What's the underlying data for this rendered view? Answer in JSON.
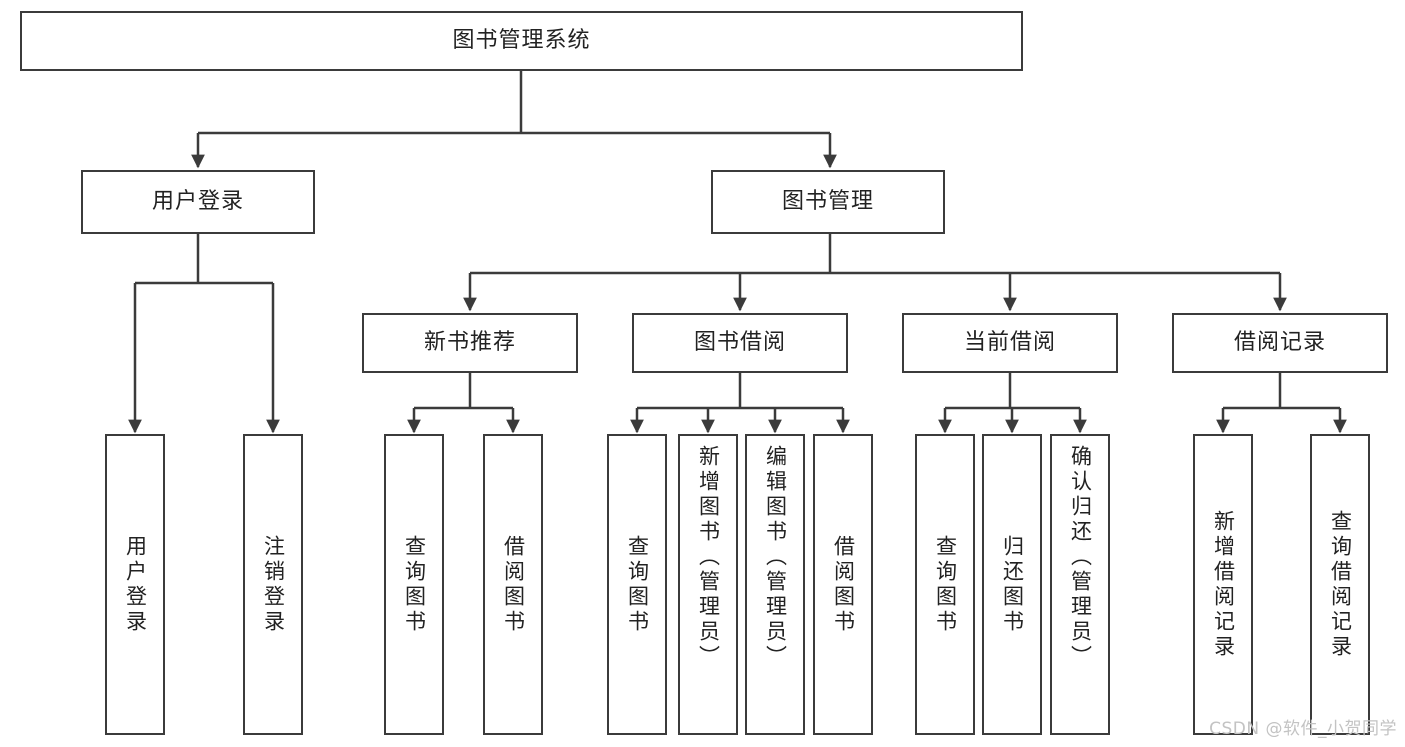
{
  "diagram": {
    "title": "图书管理系统",
    "watermark": "CSDN @软件_小贺同学",
    "colors": {
      "box_border": "#3b3b3b",
      "connector": "#3b3b3b",
      "text": "#222222",
      "background": "#ffffff",
      "watermark": "#c3c3c3"
    },
    "levels": {
      "root": {
        "label": "图书管理系统"
      },
      "level2": [
        {
          "label": "用户登录"
        },
        {
          "label": "图书管理"
        }
      ],
      "level3": [
        {
          "label": "新书推荐"
        },
        {
          "label": "图书借阅"
        },
        {
          "label": "当前借阅"
        },
        {
          "label": "借阅记录"
        }
      ],
      "leaves": {
        "user_login": [
          {
            "label": "用户登录"
          },
          {
            "label": "注销登录"
          }
        ],
        "new_book_recommend": [
          {
            "label": "查询图书"
          },
          {
            "label": "借阅图书"
          }
        ],
        "book_borrow": [
          {
            "label": "查询图书"
          },
          {
            "label": "新增图书（管理员）"
          },
          {
            "label": "编辑图书（管理员）"
          },
          {
            "label": "借阅图书"
          }
        ],
        "current_borrow": [
          {
            "label": "查询图书"
          },
          {
            "label": "归还图书"
          },
          {
            "label": "确认归还（管理员）"
          }
        ],
        "borrow_record": [
          {
            "label": "新增借阅记录"
          },
          {
            "label": "查询借阅记录"
          }
        ]
      }
    }
  }
}
